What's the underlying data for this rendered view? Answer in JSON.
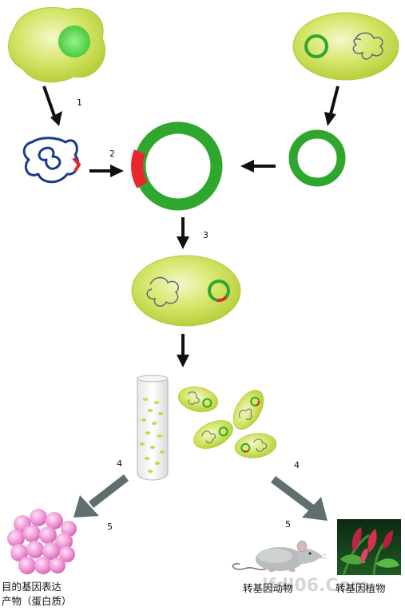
{
  "steps": {
    "s1": "1",
    "s2": "2",
    "s3": "3",
    "s4_left": "4",
    "s4_right": "4",
    "s5_left": "5",
    "s5_right": "5"
  },
  "products": {
    "protein_line1": "目的基因表达",
    "protein_line2": "产物（蛋白质）",
    "transgenic_animal": "转基因动物",
    "transgenic_plant": "转基因植物"
  },
  "watermark": "lfdl06.Com",
  "colors": {
    "cell_fill": "#cfe05a",
    "plasmid_green": "#2fa72f",
    "insert_red": "#e8262d",
    "dna_blue": "#1a3a8a",
    "arrow_black": "#111111",
    "arrow_grey": "#5f6f6f",
    "protein_pink": "#ef9ad6"
  }
}
